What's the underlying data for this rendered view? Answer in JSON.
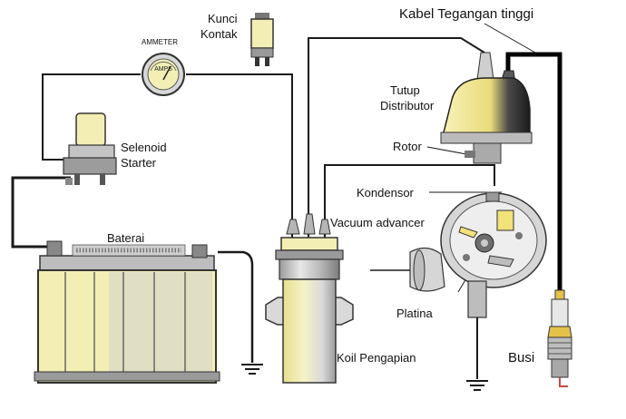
{
  "labels": {
    "kabel": "Kabel Tegangan tinggi",
    "kunci_line1": "Kunci",
    "kunci_line2": "Kontak",
    "ammeter": "AMMETER",
    "ammeter_face": "AMPS",
    "tutup_line1": "Tutup",
    "tutup_line2": "Distributor",
    "rotor": "Rotor",
    "selenoid_line1": "Selenoid",
    "selenoid_line2": "Starter",
    "kondensor": "Kondensor",
    "vacuum": "Vacuum advancer",
    "baterai": "Baterai",
    "platina": "Platina",
    "busi": "Busi",
    "koil": "Koil Pengapian"
  },
  "colors": {
    "wire": "#1a1a1a",
    "hv_wire": "#000000",
    "cream": "#f3efb4",
    "yellow": "#f1e27a",
    "steel": "#c9c9c9",
    "dark_steel": "#6e6e6e",
    "plug_yellow": "#e3c24a",
    "plug_tip": "#c44a4a"
  }
}
